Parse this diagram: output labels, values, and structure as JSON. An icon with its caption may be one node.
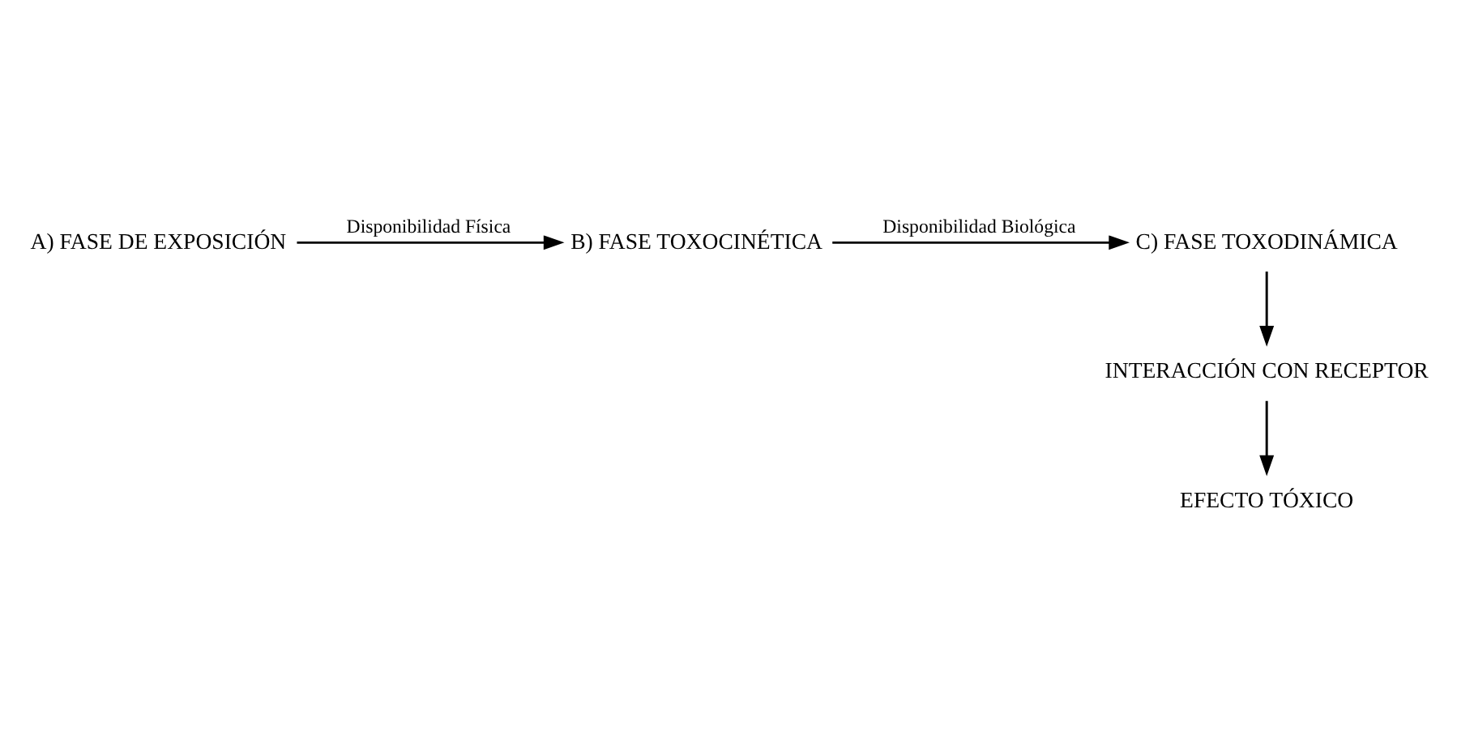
{
  "diagram": {
    "nodes": [
      {
        "text": [
          "A) FASE DE EXPOSICIÓN"
        ]
      },
      {
        "text": [
          "B) FASE TOXOCINÉTICA"
        ]
      },
      {
        "text": [
          "C) FASE TOXODINÁMICA"
        ]
      },
      {
        "text": [
          "INTERACCIÓN CON RECEPTOR"
        ]
      },
      {
        "text": [
          "EFECTO TÓXICO"
        ]
      }
    ],
    "edges": [
      {
        "from": 0,
        "to": 1,
        "arrow": "to",
        "label": "Disponibilidad Física"
      },
      {
        "from": 1,
        "to": 2,
        "arrow": "to",
        "label": "Disponibilidad Biológica"
      },
      {
        "from": 2,
        "to": 3,
        "arrow": "to"
      },
      {
        "from": 3,
        "to": 4,
        "arrow": "to"
      }
    ]
  }
}
